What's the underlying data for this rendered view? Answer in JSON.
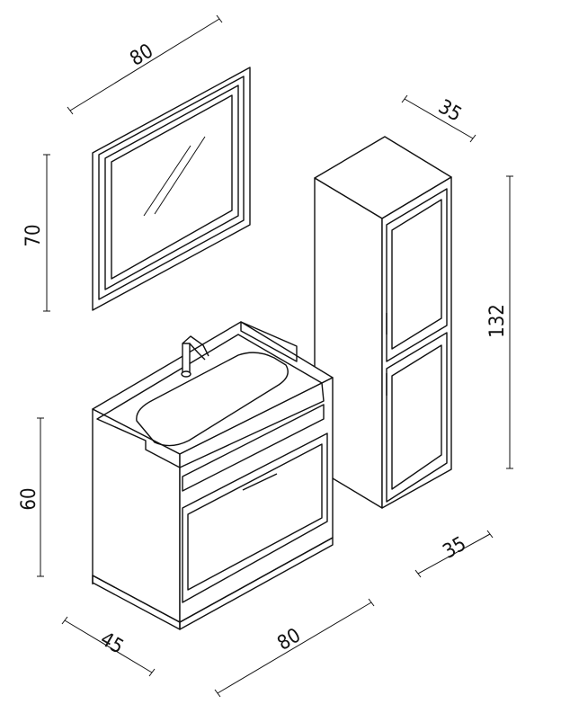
{
  "dimensions": {
    "mirror_width": "80",
    "mirror_height": "70",
    "tall_cabinet_depth": "35",
    "tall_cabinet_height": "132",
    "tall_cabinet_width": "35",
    "vanity_height": "60",
    "vanity_depth": "45",
    "vanity_width": "80"
  }
}
